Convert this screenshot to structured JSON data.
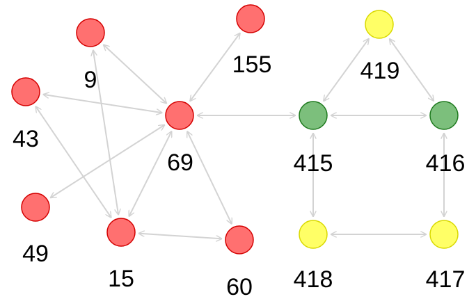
{
  "colors": {
    "red": "#ff7070",
    "red_stroke": "#d40000",
    "green": "#7cbf7c",
    "green_stroke": "#1e7a1e",
    "yellow": "#ffff66",
    "yellow_stroke": "#d9d900",
    "edge": "#d3d3d3"
  },
  "nodes": [
    {
      "id": "9",
      "label": "9",
      "color": "red"
    },
    {
      "id": "155",
      "label": "155",
      "color": "red"
    },
    {
      "id": "43",
      "label": "43",
      "color": "red"
    },
    {
      "id": "69",
      "label": "69",
      "color": "red"
    },
    {
      "id": "49",
      "label": "49",
      "color": "red"
    },
    {
      "id": "15",
      "label": "15",
      "color": "red"
    },
    {
      "id": "60",
      "label": "60",
      "color": "red"
    },
    {
      "id": "419",
      "label": "419",
      "color": "yellow"
    },
    {
      "id": "415",
      "label": "415",
      "color": "green"
    },
    {
      "id": "416",
      "label": "416",
      "color": "green"
    },
    {
      "id": "418",
      "label": "418",
      "color": "yellow"
    },
    {
      "id": "417",
      "label": "417",
      "color": "yellow"
    }
  ],
  "edges": [
    {
      "a": "69",
      "b": "9"
    },
    {
      "a": "69",
      "b": "155"
    },
    {
      "a": "69",
      "b": "43"
    },
    {
      "a": "69",
      "b": "49"
    },
    {
      "a": "69",
      "b": "15"
    },
    {
      "a": "69",
      "b": "60"
    },
    {
      "a": "69",
      "b": "415"
    },
    {
      "a": "9",
      "b": "15"
    },
    {
      "a": "43",
      "b": "15"
    },
    {
      "a": "15",
      "b": "60"
    },
    {
      "a": "415",
      "b": "419"
    },
    {
      "a": "419",
      "b": "416"
    },
    {
      "a": "415",
      "b": "416"
    },
    {
      "a": "415",
      "b": "418"
    },
    {
      "a": "416",
      "b": "417"
    },
    {
      "a": "418",
      "b": "417"
    }
  ]
}
